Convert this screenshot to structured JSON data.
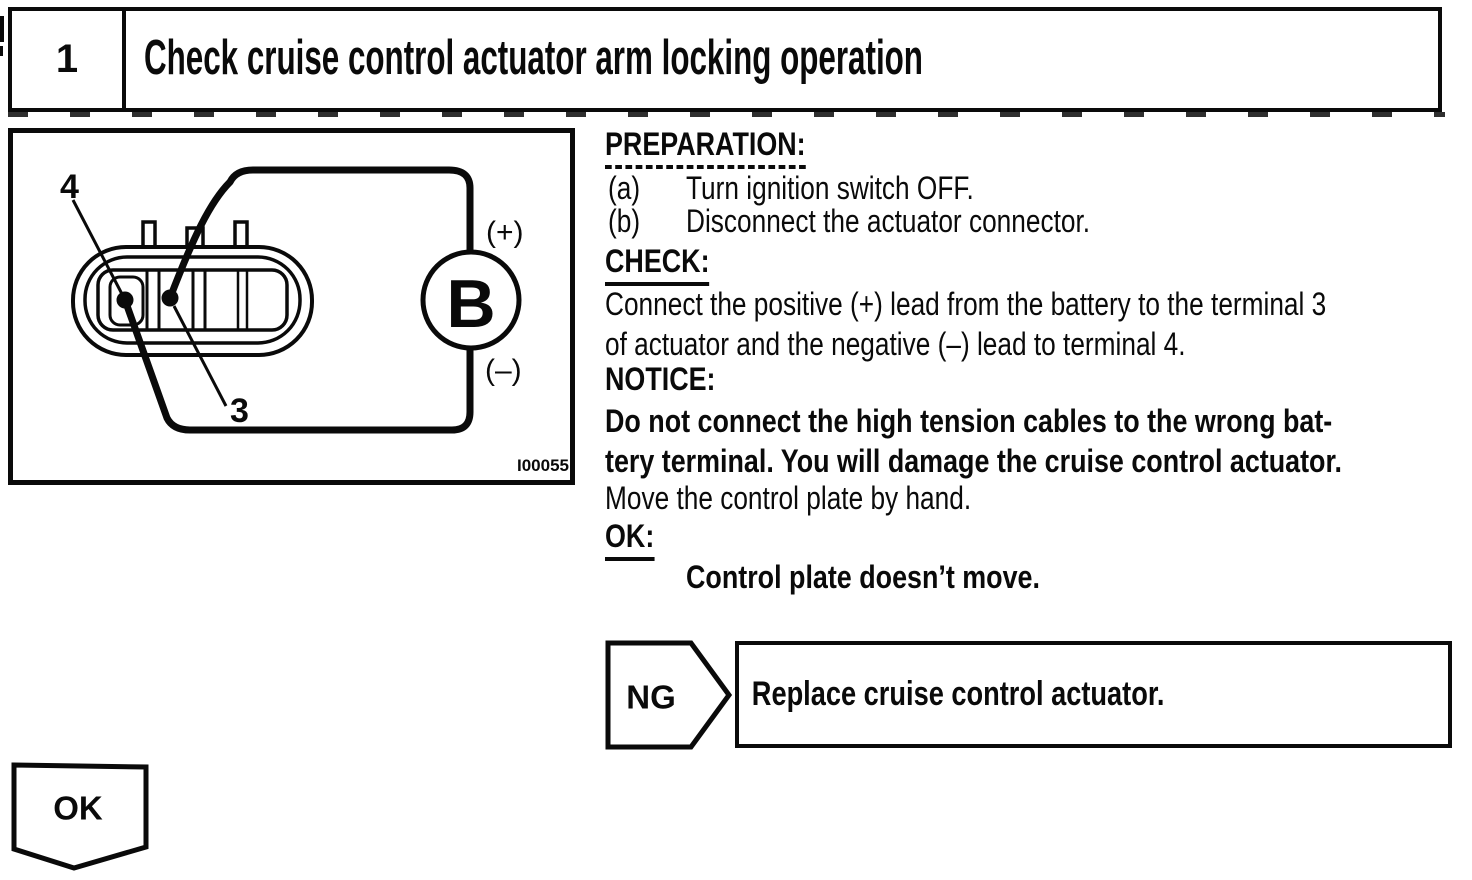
{
  "page": {
    "background": "#ffffff",
    "ink": "#0a0a0a"
  },
  "header": {
    "step_number": "1",
    "title": "Check cruise control actuator arm locking operation"
  },
  "figure": {
    "id_code": "I00055",
    "battery_symbol": "B",
    "positive_terminal_label": "(+)",
    "negative_terminal_label": "(–)",
    "terminal_4_callout": "4",
    "terminal_3_callout": "3"
  },
  "instructions": {
    "preparation_heading": "PREPARATION:",
    "preparation_items": [
      {
        "marker": "(a)",
        "text": "Turn ignition switch OFF."
      },
      {
        "marker": "(b)",
        "text": "Disconnect the actuator connector."
      }
    ],
    "check_heading": "CHECK:",
    "check_lines": [
      "Connect the positive (+) lead from the battery to the terminal 3",
      "of actuator and the negative (–) lead to terminal 4."
    ],
    "notice_heading": "NOTICE:",
    "notice_lines": [
      "Do not connect the high tension cables to the wrong bat-",
      "tery terminal. You will damage the cruise control actuator."
    ],
    "notice_followup": "Move the control plate by hand.",
    "ok_heading": "OK:",
    "ok_result": "Control plate doesn’t move."
  },
  "flow": {
    "ng_label": "NG",
    "ng_action": "Replace cruise control actuator.",
    "ok_label": "OK"
  }
}
